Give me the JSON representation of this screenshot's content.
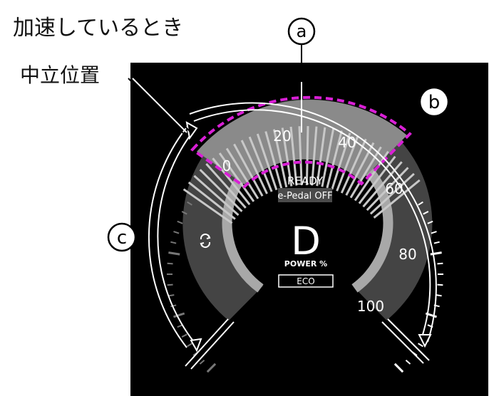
{
  "heading": "加速しているとき",
  "callouts": {
    "neutral_position_label": "中立位置",
    "marker_a": "a",
    "marker_b": "b",
    "marker_c": "c"
  },
  "gauge": {
    "scale_labels": [
      "0",
      "20",
      "40",
      "60",
      "80",
      "100"
    ],
    "gear": "D",
    "power_label": "POWER %",
    "status": "READY",
    "pedal_status": "e-Pedal OFF",
    "drive_mode": "ECO",
    "regen_icon": "regen-arrows-icon"
  },
  "colors": {
    "panel": "#000000",
    "highlight_dash": "#d91fd6",
    "ring": "#a8a8a8",
    "arc_dark": "#444444"
  }
}
